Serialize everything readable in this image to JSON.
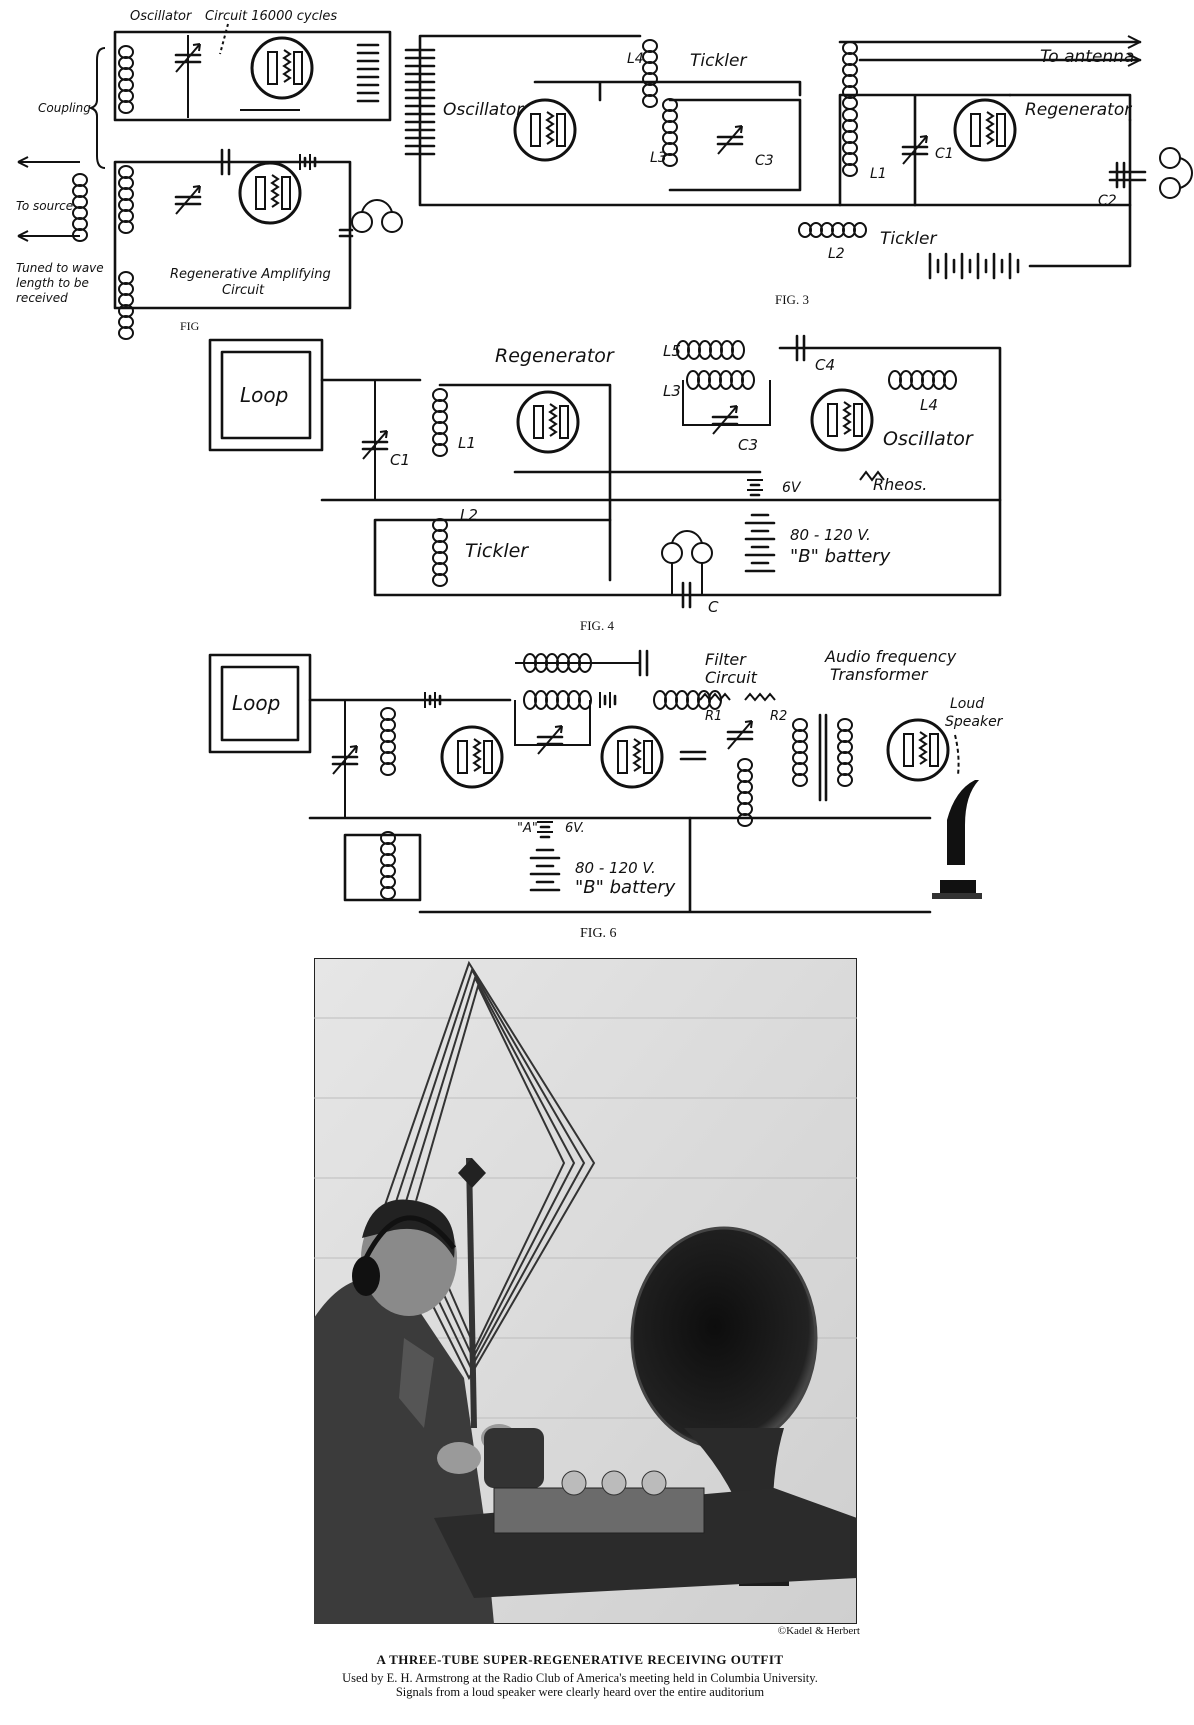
{
  "fig2": {
    "label_oscillator": "Oscillator",
    "label_circuit": "Circuit 16000 cycles",
    "label_coupling": "Coupling",
    "label_to_source": "To source",
    "label_tuned": [
      "Tuned to wave",
      "length to be",
      "received"
    ],
    "label_regen": "Regenerative Amplifying",
    "label_regen2": "Circuit",
    "caption": "FIG"
  },
  "fig3": {
    "label_tickler_l4": "Tickler",
    "label_to_antenna": "To antenna",
    "label_oscillator": "Oscillator",
    "label_regenerator": "Regenerator",
    "label_tickler_l2": "Tickler",
    "labels": [
      "L4",
      "L3",
      "C3",
      "L1",
      "C1",
      "C2",
      "L2"
    ],
    "caption": "FIG. 3"
  },
  "fig4": {
    "label_loop": "Loop",
    "label_regenerator": "Regenerator",
    "label_oscillator": "Oscillator",
    "label_rheos": "Rheos.",
    "label_tickler": "Tickler",
    "label_6v": "6V",
    "label_b1": "80 - 120 V.",
    "label_b2": "\"B\" battery",
    "labels": [
      "L5",
      "C4",
      "L3",
      "C3",
      "L4",
      "C1",
      "L1",
      "L2",
      "C"
    ],
    "caption": "FIG. 4"
  },
  "fig6": {
    "label_loop": "Loop",
    "label_filter": "Filter",
    "label_filter2": "Circuit",
    "label_af": "Audio frequency",
    "label_af2": "Transformer",
    "label_loud": "Loud",
    "label_loud2": "Speaker",
    "label_a": "\"A\"",
    "label_6v": "6V.",
    "label_b1": "80 - 120 V.",
    "label_b2": "\"B\" battery",
    "labels": [
      "R1",
      "R2"
    ],
    "caption": "FIG. 6"
  },
  "photo": {
    "credit": "©Kadel & Herbert",
    "title": "A THREE-TUBE SUPER-REGENERATIVE RECEIVING OUTFIT",
    "description": "Used by E. H. Armstrong at the Radio Club of America's meeting held in Columbia University. Signals from a loud speaker were clearly heard over the entire auditorium"
  }
}
